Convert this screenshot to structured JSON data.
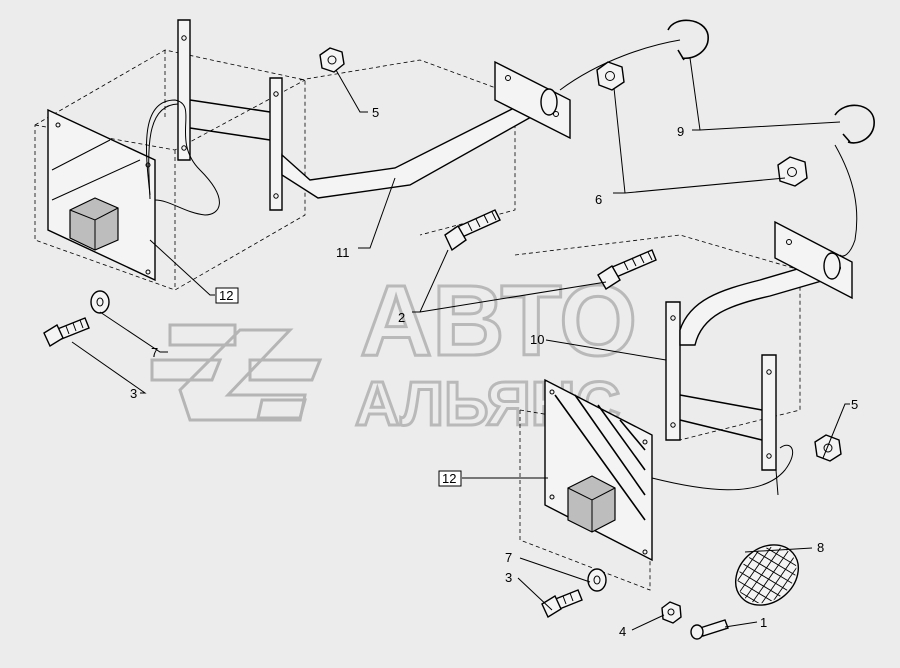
{
  "watermark": {
    "line1": "АВТО",
    "line2": "АЛЬЯНС"
  },
  "callouts": {
    "c1": "1",
    "c2": "2",
    "c3a": "3",
    "c3b": "3",
    "c4": "4",
    "c5a": "5",
    "c5b": "5",
    "c6": "6",
    "c7a": "7",
    "c7b": "7",
    "c8": "8",
    "c9": "9",
    "c10": "10",
    "c11": "11",
    "c12a": "12",
    "c12b": "12"
  }
}
